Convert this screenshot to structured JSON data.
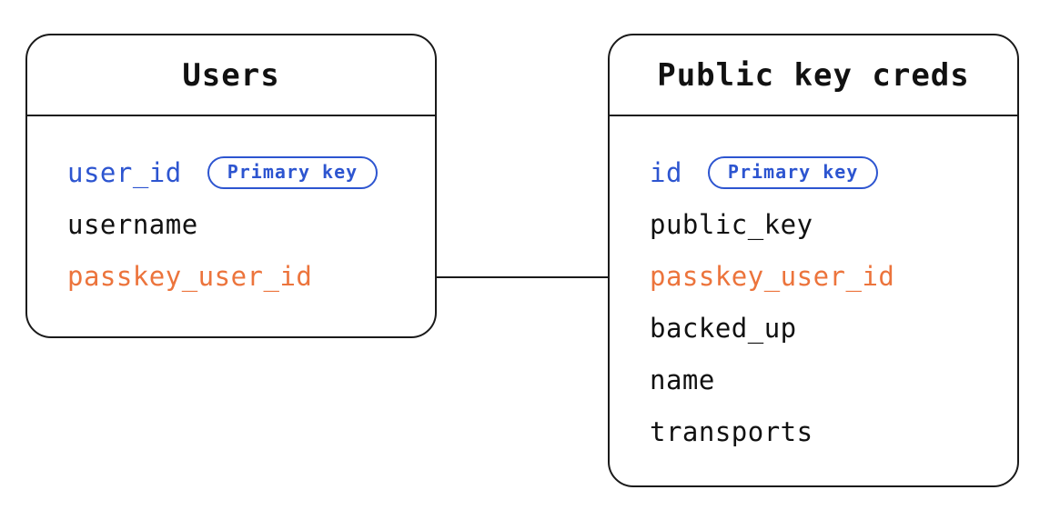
{
  "colors": {
    "primary_blue": "#2d55d0",
    "accent_orange": "#ec743c",
    "ink": "#111111",
    "line": "#1a1a1a",
    "background": "#ffffff"
  },
  "tables": [
    {
      "title": "Users",
      "fields": [
        {
          "name": "user_id",
          "color": "blue",
          "badge": "Primary key"
        },
        {
          "name": "username",
          "color": "black",
          "badge": null
        },
        {
          "name": "passkey_user_id",
          "color": "orange",
          "badge": null
        }
      ]
    },
    {
      "title": "Public key creds",
      "fields": [
        {
          "name": "id",
          "color": "blue",
          "badge": "Primary key"
        },
        {
          "name": "public_key",
          "color": "black",
          "badge": null
        },
        {
          "name": "passkey_user_id",
          "color": "orange",
          "badge": null
        },
        {
          "name": "backed_up",
          "color": "black",
          "badge": null
        },
        {
          "name": "name",
          "color": "black",
          "badge": null
        },
        {
          "name": "transports",
          "color": "black",
          "badge": null
        }
      ]
    }
  ],
  "relationship": {
    "from_table": "Users",
    "from_field": "passkey_user_id",
    "to_table": "Public key creds",
    "to_field": "passkey_user_id"
  }
}
